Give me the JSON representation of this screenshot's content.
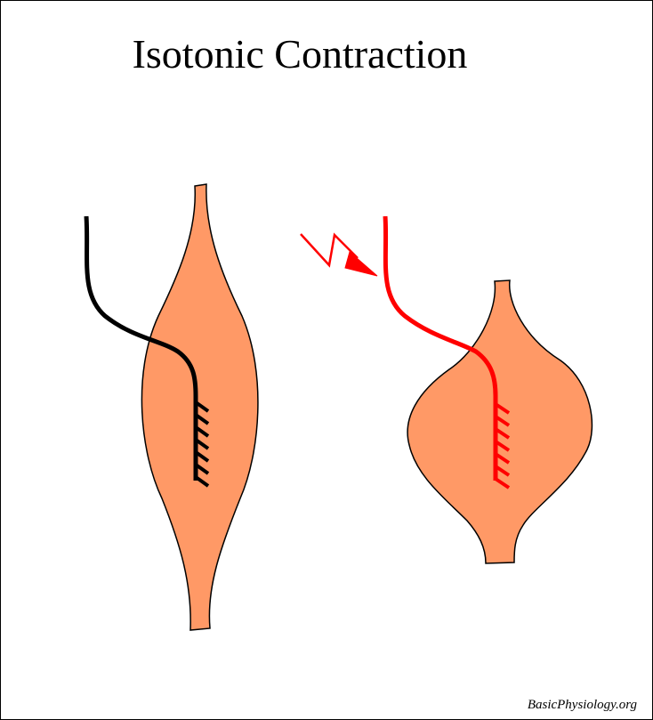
{
  "title": "Isotonic Contraction",
  "credit": "BasicPhysiology.org",
  "colors": {
    "muscle_fill": "#ff9966",
    "outline": "#000000",
    "resting_nerve": "#000000",
    "stimulated_nerve": "#ff0000",
    "background": "#ffffff"
  },
  "figures": [
    {
      "name": "relaxed-muscle",
      "state": "resting",
      "nerve_color": "#000000"
    },
    {
      "name": "contracted-muscle",
      "state": "stimulated",
      "nerve_color": "#ff0000",
      "stimulus_icon": "lightning-arrow-icon"
    }
  ]
}
